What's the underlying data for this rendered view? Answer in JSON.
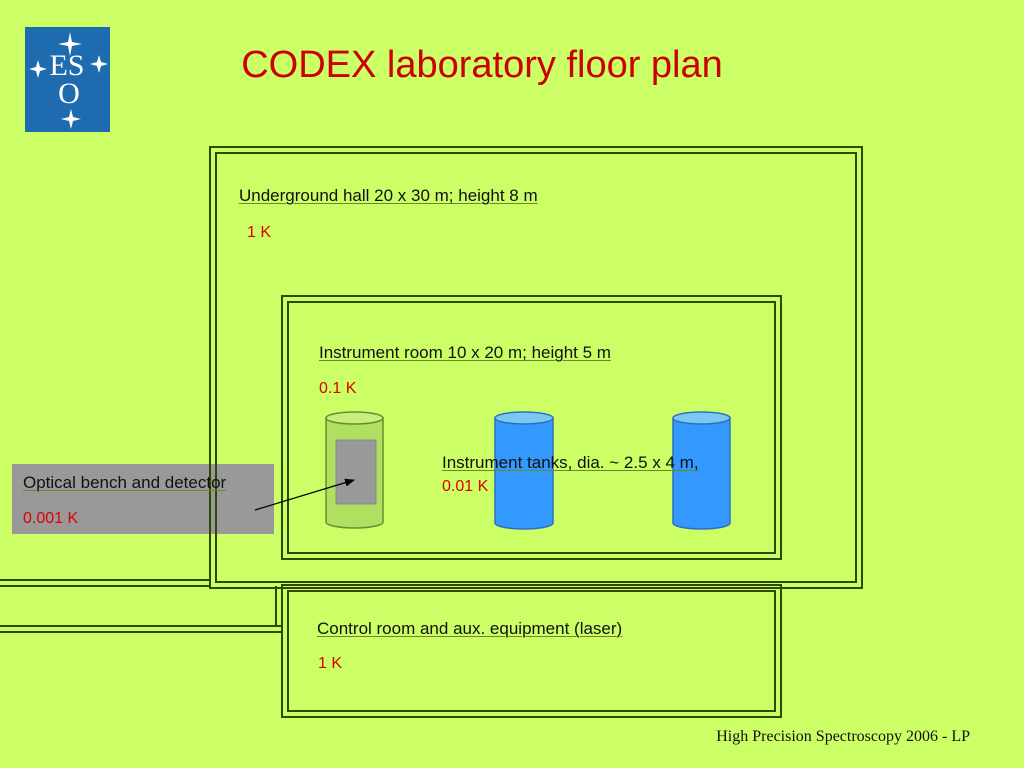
{
  "title": "CODEX laboratory floor plan",
  "logo": {
    "text_top": "ES",
    "text_bottom": "O"
  },
  "hall": {
    "label": "Underground hall 20 x 30 m; height 8 m",
    "temp": "1 K"
  },
  "instrument_room": {
    "label": "Instrument room 10 x 20 m; height 5 m",
    "temp": "0.1 K"
  },
  "tanks": {
    "label": "Instrument  tanks, dia. ~ 2.5 x 4 m,",
    "temp": "0.01 K"
  },
  "bench": {
    "label": "Optical bench and detector",
    "temp": "0.001 K"
  },
  "control_room": {
    "label": "Control room and aux. equipment  (laser)",
    "temp": "1 K"
  },
  "footer": "High Precision Spectroscopy 2006 - LP",
  "colors": {
    "background": "#ccff66",
    "title": "#cc0000",
    "temperature": "#dd0000",
    "wall": "#2e4a00",
    "tank_fill": "#3399ff",
    "bench_fill": "#999999",
    "logo_bg": "#1f6bb0"
  }
}
